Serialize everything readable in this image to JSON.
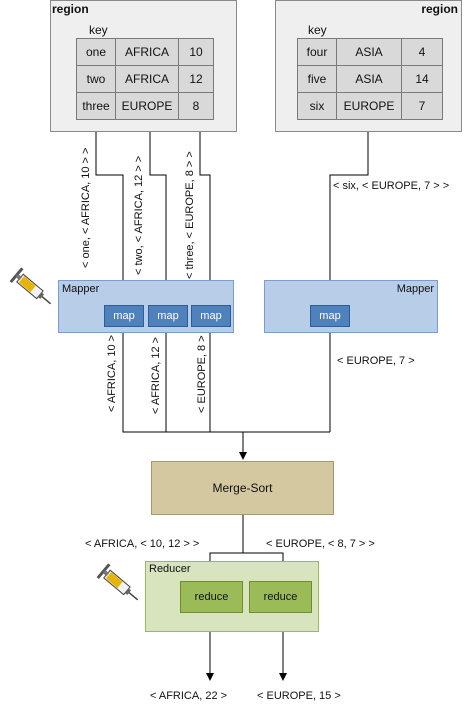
{
  "regions": [
    {
      "title": "region",
      "key_label": "key",
      "rows": [
        [
          "one",
          "AFRICA",
          "10"
        ],
        [
          "two",
          "AFRICA",
          "12"
        ],
        [
          "three",
          "EUROPE",
          "8"
        ]
      ]
    },
    {
      "title": "region",
      "key_label": "key",
      "rows": [
        [
          "four",
          "ASIA",
          "4"
        ],
        [
          "five",
          "ASIA",
          "14"
        ],
        [
          "six",
          "EUROPE",
          "7"
        ]
      ]
    }
  ],
  "mapper_inputs": {
    "left": [
      "< one, < AFRICA, 10 > >",
      "< two, < AFRICA, 12 > >",
      "< three, < EUROPE, 8 > >"
    ],
    "right": "< six, < EUROPE, 7 > >"
  },
  "mappers": [
    {
      "label": "Mapper",
      "map_labels": [
        "map",
        "map",
        "map"
      ]
    },
    {
      "label": "Mapper",
      "map_labels": [
        "map"
      ]
    }
  ],
  "mapper_outputs": {
    "left": [
      "< AFRICA, 10 >",
      "< AFRICA, 12 >",
      "< EUROPE, 8 >"
    ],
    "right": "< EUROPE, 7 >"
  },
  "merge_sort": {
    "label": "Merge-Sort"
  },
  "reducer_inputs": [
    "< AFRICA, < 10, 12 > >",
    "< EUROPE, < 8, 7 > >"
  ],
  "reducer": {
    "label": "Reducer",
    "reduce_labels": [
      "reduce",
      "reduce"
    ]
  },
  "outputs": [
    "< AFRICA, 22 >",
    "< EUROPE, 15 >"
  ],
  "icons": [
    "syringe-icon"
  ],
  "colors": {
    "mapper_fill": "#b7cde8",
    "map_fill": "#4f81bd",
    "merge_fill": "#d4c8a1",
    "reducer_fill": "#d7e4bd",
    "reduce_fill": "#9bbb59"
  }
}
